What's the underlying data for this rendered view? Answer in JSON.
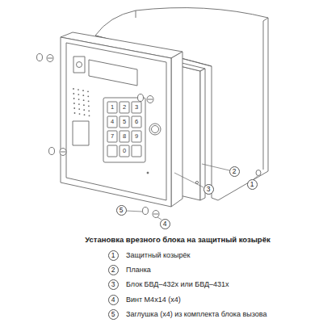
{
  "diagram": {
    "title": "Установка врезного блока на защитный козырёк",
    "nodes": [
      {
        "text": [
          "2"
        ]
      },
      {
        "text": [
          "1"
        ]
      },
      {
        "text": [
          "3"
        ]
      },
      {
        "text": [
          "5"
        ]
      },
      {
        "text": [
          "4"
        ]
      },
      {
        "text": [
          "1"
        ]
      },
      {
        "text": [
          "2"
        ]
      },
      {
        "text": [
          "3"
        ]
      },
      {
        "text": [
          "4"
        ]
      },
      {
        "text": [
          "5"
        ]
      }
    ],
    "labels": [
      "1",
      "2",
      "3",
      "4",
      "5",
      "6",
      "7",
      "8",
      "9",
      "0",
      "Защитный козырёк",
      "Планка",
      "Блок БВД–432х или БВД–431х",
      "Винт М4х14 (х4)",
      "Заглушка (х4) из комплекта блока вызова"
    ]
  }
}
